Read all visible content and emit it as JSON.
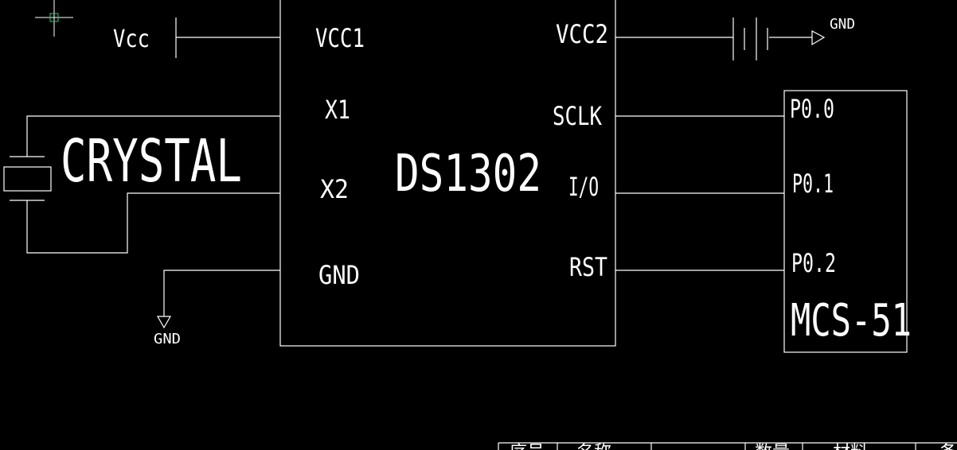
{
  "colors": {
    "background": "#000000",
    "line": "#ffffff",
    "cursor": "#2ecc71"
  },
  "icons": {
    "crosshair_cursor": "crosshair-cursor-icon",
    "battery": "battery-symbol-icon",
    "ground": "ground-symbol-icon",
    "crystal": "crystal-symbol-icon"
  },
  "labels": {
    "vcc": "Vcc",
    "crystal": "CRYSTAL",
    "gnd_left": "GND",
    "gnd_right": "GND"
  },
  "ds1302": {
    "name": "DS1302",
    "pins_left": [
      "VCC1",
      "X1",
      "X2",
      "GND"
    ],
    "pins_right": [
      "VCC2",
      "SCLK",
      "I/O",
      "RST"
    ]
  },
  "mcs51": {
    "name": "MCS-51",
    "pins": [
      "P0.0",
      "P0.1",
      "P0.2"
    ]
  },
  "title_block": {
    "headers": [
      "序号",
      "名称",
      "",
      "数量",
      "材料",
      "备"
    ]
  }
}
